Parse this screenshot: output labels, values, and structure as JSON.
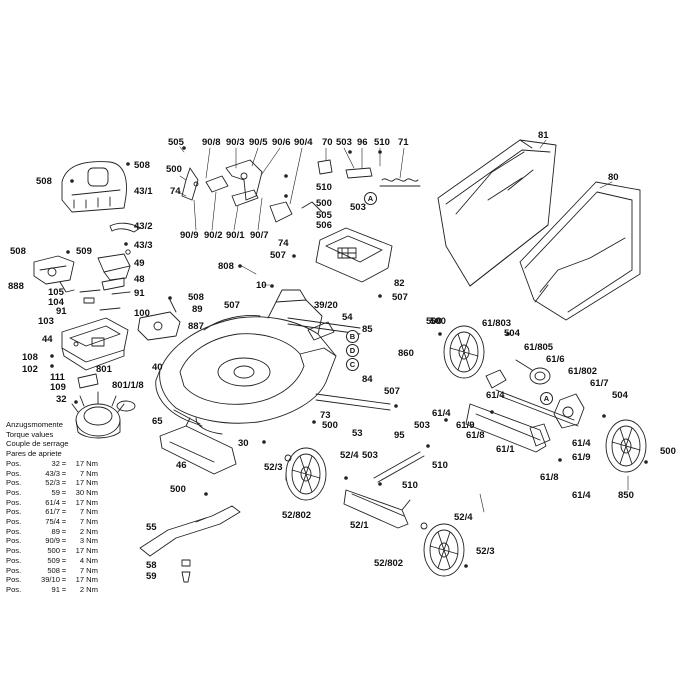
{
  "torque": {
    "headings": [
      "Anzugsmomente",
      "Torque values",
      "Couple de serrage",
      "Pares de apriete"
    ],
    "rows": [
      {
        "pos": "Pos.",
        "part": "32",
        "value": "17 Nm"
      },
      {
        "pos": "Pos.",
        "part": "43/3",
        "value": "7 Nm"
      },
      {
        "pos": "Pos.",
        "part": "52/3",
        "value": "17 Nm"
      },
      {
        "pos": "Pos.",
        "part": "59",
        "value": "30 Nm"
      },
      {
        "pos": "Pos.",
        "part": "61/4",
        "value": "17 Nm"
      },
      {
        "pos": "Pos.",
        "part": "61/7",
        "value": "7 Nm"
      },
      {
        "pos": "Pos.",
        "part": "75/4",
        "value": "7 Nm"
      },
      {
        "pos": "Pos.",
        "part": "89",
        "value": "2 Nm"
      },
      {
        "pos": "Pos.",
        "part": "90/9",
        "value": "3 Nm"
      },
      {
        "pos": "Pos.",
        "part": "500",
        "value": "17 Nm"
      },
      {
        "pos": "Pos.",
        "part": "509",
        "value": "4 Nm"
      },
      {
        "pos": "Pos.",
        "part": "508",
        "value": "7 Nm"
      },
      {
        "pos": "Pos.",
        "part": "39/10",
        "value": "17 Nm"
      },
      {
        "pos": "Pos.",
        "part": "91",
        "value": "2 Nm"
      }
    ]
  },
  "labels": [
    "508",
    "508",
    "43/1",
    "43/2",
    "43/3",
    "508",
    "509",
    "49",
    "48",
    "888",
    "105",
    "104",
    "91",
    "91",
    "103",
    "100",
    "44",
    "108",
    "102",
    "111",
    "109",
    "32",
    "801",
    "801/1/8",
    "508",
    "89",
    "887",
    "505",
    "500",
    "74",
    "90/8",
    "90/3",
    "90/5",
    "90/6",
    "90/4",
    "70",
    "503",
    "96",
    "510",
    "71",
    "510",
    "503",
    "500",
    "505",
    "506",
    "90/9",
    "90/2",
    "90/1",
    "90/7",
    "74",
    "507",
    "808",
    "507",
    "10",
    "39/20",
    "54",
    "85",
    "82",
    "507",
    "40",
    "84",
    "507",
    "53",
    "65",
    "46",
    "500",
    "30",
    "52/3",
    "52/802",
    "73",
    "500",
    "55",
    "58",
    "59",
    "52/4",
    "503",
    "510",
    "95",
    "510",
    "52/1",
    "52/4",
    "52/3",
    "52/802",
    "503",
    "500",
    "81",
    "80",
    "500",
    "860",
    "61/803",
    "504",
    "61/805",
    "61/6",
    "61/802",
    "61/7",
    "504",
    "61/4",
    "61/9",
    "61/8",
    "61/4",
    "61/1",
    "61/4",
    "61/9",
    "61/8",
    "61/4",
    "850",
    "500"
  ],
  "callouts": [
    "A",
    "B",
    "D",
    "C",
    "A"
  ],
  "icons": [
    "screw-icon",
    "washer-icon",
    "bolt-icon"
  ]
}
